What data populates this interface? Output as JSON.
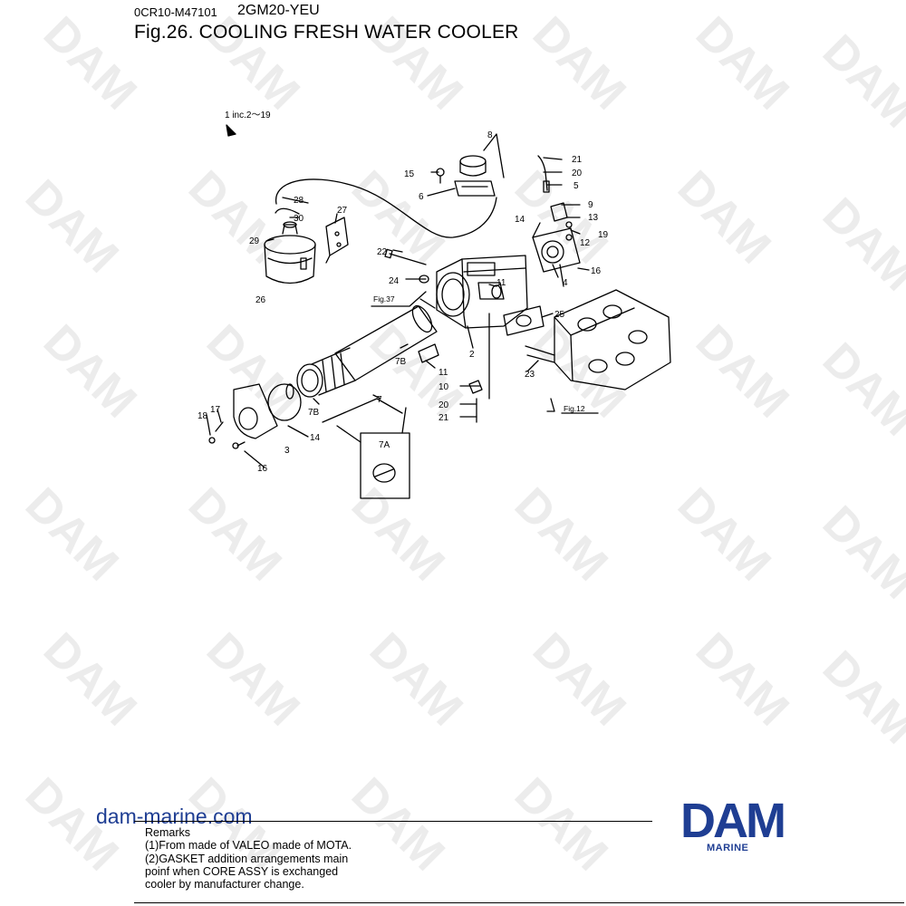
{
  "header": {
    "code": "0CR10-M47101",
    "model": "2GM20-YEU",
    "title": "Fig.26.  COOLING FRESH WATER COOLER"
  },
  "diagram": {
    "inc_note": "1 inc.2～19",
    "fig_refs": [
      "Fig.37",
      "Fig.12"
    ],
    "callouts": [
      "8",
      "21",
      "20",
      "5",
      "9",
      "13",
      "12",
      "19",
      "15",
      "6",
      "14",
      "28",
      "27",
      "30",
      "29",
      "22",
      "24",
      "11",
      "26",
      "25",
      "16",
      "4",
      "2",
      "7B",
      "11",
      "10",
      "23",
      "7",
      "20",
      "21",
      "7B",
      "17",
      "18",
      "14",
      "3",
      "16",
      "7A"
    ]
  },
  "watermark": {
    "text": "DAM"
  },
  "footer": {
    "site": "dam-marine.com",
    "remarks_title": "Remarks",
    "remarks": [
      "(1)From made of VALEO made of MOTA.",
      "(2)GASKET addition arrangements main",
      "poinf when CORE ASSY is exchanged",
      "cooler by manufacturer change."
    ],
    "logo": {
      "text": "DAM",
      "subtitle": "MARINE",
      "color": "#1f3e93"
    }
  }
}
